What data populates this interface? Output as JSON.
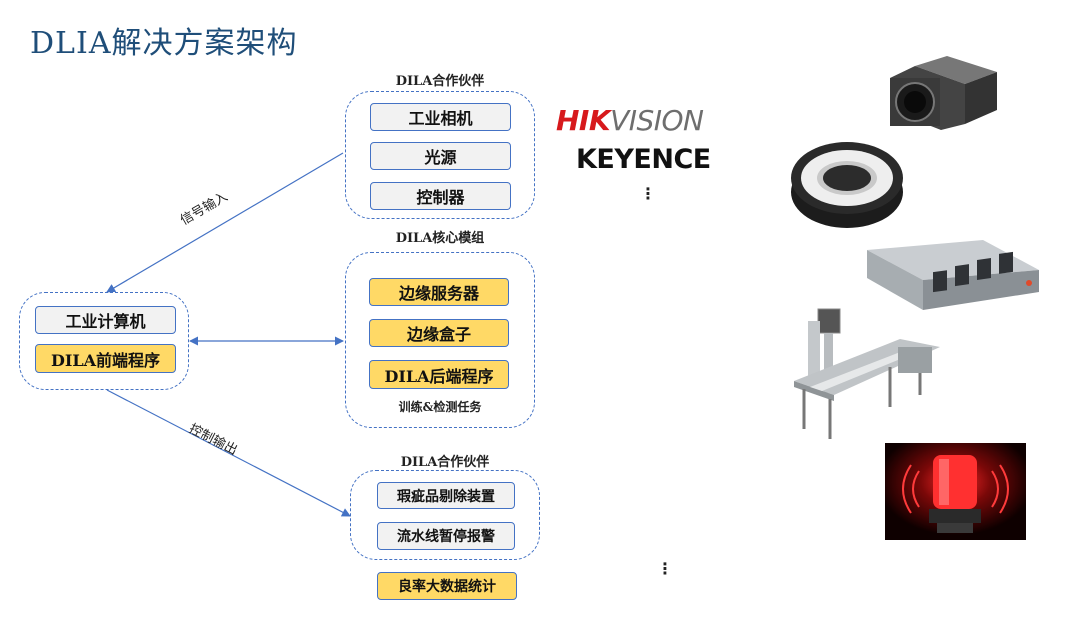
{
  "title": "DLIA解决方案架构",
  "left_group": {
    "items": [
      {
        "label": "工业计算机",
        "style": "gray"
      },
      {
        "label": "DILA前端程序",
        "style": "yellow"
      }
    ]
  },
  "top_group": {
    "label": "DILA合作伙伴",
    "items": [
      {
        "label": "工业相机"
      },
      {
        "label": "光源"
      },
      {
        "label": "控制器"
      }
    ]
  },
  "middle_group": {
    "label": "DILA核心模组",
    "items": [
      {
        "label": "边缘服务器"
      },
      {
        "label": "边缘盒子"
      },
      {
        "label": "DILA后端程序"
      }
    ],
    "footer": "训练&检测任务"
  },
  "bottom_group": {
    "label": "DILA合作伙伴",
    "items": [
      {
        "label": "瑕疵品剔除装置"
      },
      {
        "label": "流水线暂停报警"
      }
    ]
  },
  "standalone": {
    "label": "良率大数据统计"
  },
  "connectors": {
    "signal_input": "信号输入",
    "control_output": "控制输出"
  },
  "partner_logos": {
    "hik_part1": "HIK",
    "hik_part2": "VISION",
    "keyence": "KEYENCE",
    "hik_red": "#d7191c",
    "hik_gray": "#6e6e6e"
  },
  "images": [
    "industrial-camera",
    "ring-light",
    "edge-server",
    "checkweigher-conveyor",
    "red-warning-beacon"
  ]
}
